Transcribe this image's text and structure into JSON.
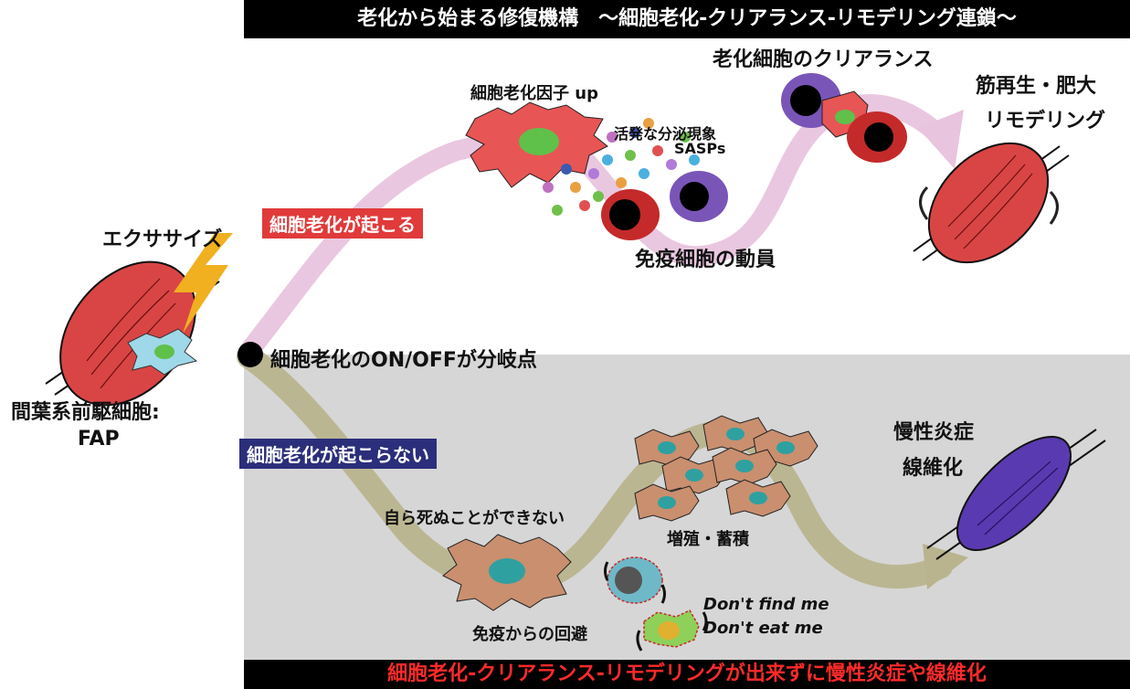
{
  "title": "老化から始まる修復機構　〜細胞老化-クリアランス-リモデリング連鎖〜",
  "bottom_banner": "細胞老化-クリアランス-リモデリングが出来ずに慢性炎症や線維化",
  "left": {
    "exercise": "エクササイズ",
    "fap_label_line1": "間葉系前駆細胞:",
    "fap_label_line2": "FAP"
  },
  "branch_point": "細胞老化のON/OFFが分岐点",
  "upper_path": {
    "tag": "細胞老化が起こる",
    "senescence_factor": "細胞老化因子 up",
    "sasp_line1": "活発な分泌現象",
    "sasp_line2": "SASPs",
    "immune_recruit": "免疫細胞の動員",
    "clearance": "老化細胞のクリアランス",
    "regen_line1": "筋再生・肥大",
    "regen_line2": "リモデリング"
  },
  "lower_path": {
    "tag": "細胞老化が起こらない",
    "cannot_die": "自ら死ぬことができない",
    "proliferation": "増殖・蓄積",
    "immune_evasion": "免疫からの回避",
    "dont_find": "Don't find me",
    "dont_eat": "Don't eat me",
    "outcome_line1": "慢性炎症",
    "outcome_line2": "線維化"
  },
  "colors": {
    "upper_arrow": "#e9c4de",
    "lower_arrow": "#b9b48e",
    "senescent_cell": "#e85555",
    "immune_red": "#c42a2a",
    "immune_purple": "#7a55b8",
    "fibro_cell": "#c98f6f",
    "nucleus_teal": "#2fa0a0",
    "muscle_red": "#d94545",
    "muscle_purple": "#5a3ab0",
    "lightning": "#f0b020"
  }
}
